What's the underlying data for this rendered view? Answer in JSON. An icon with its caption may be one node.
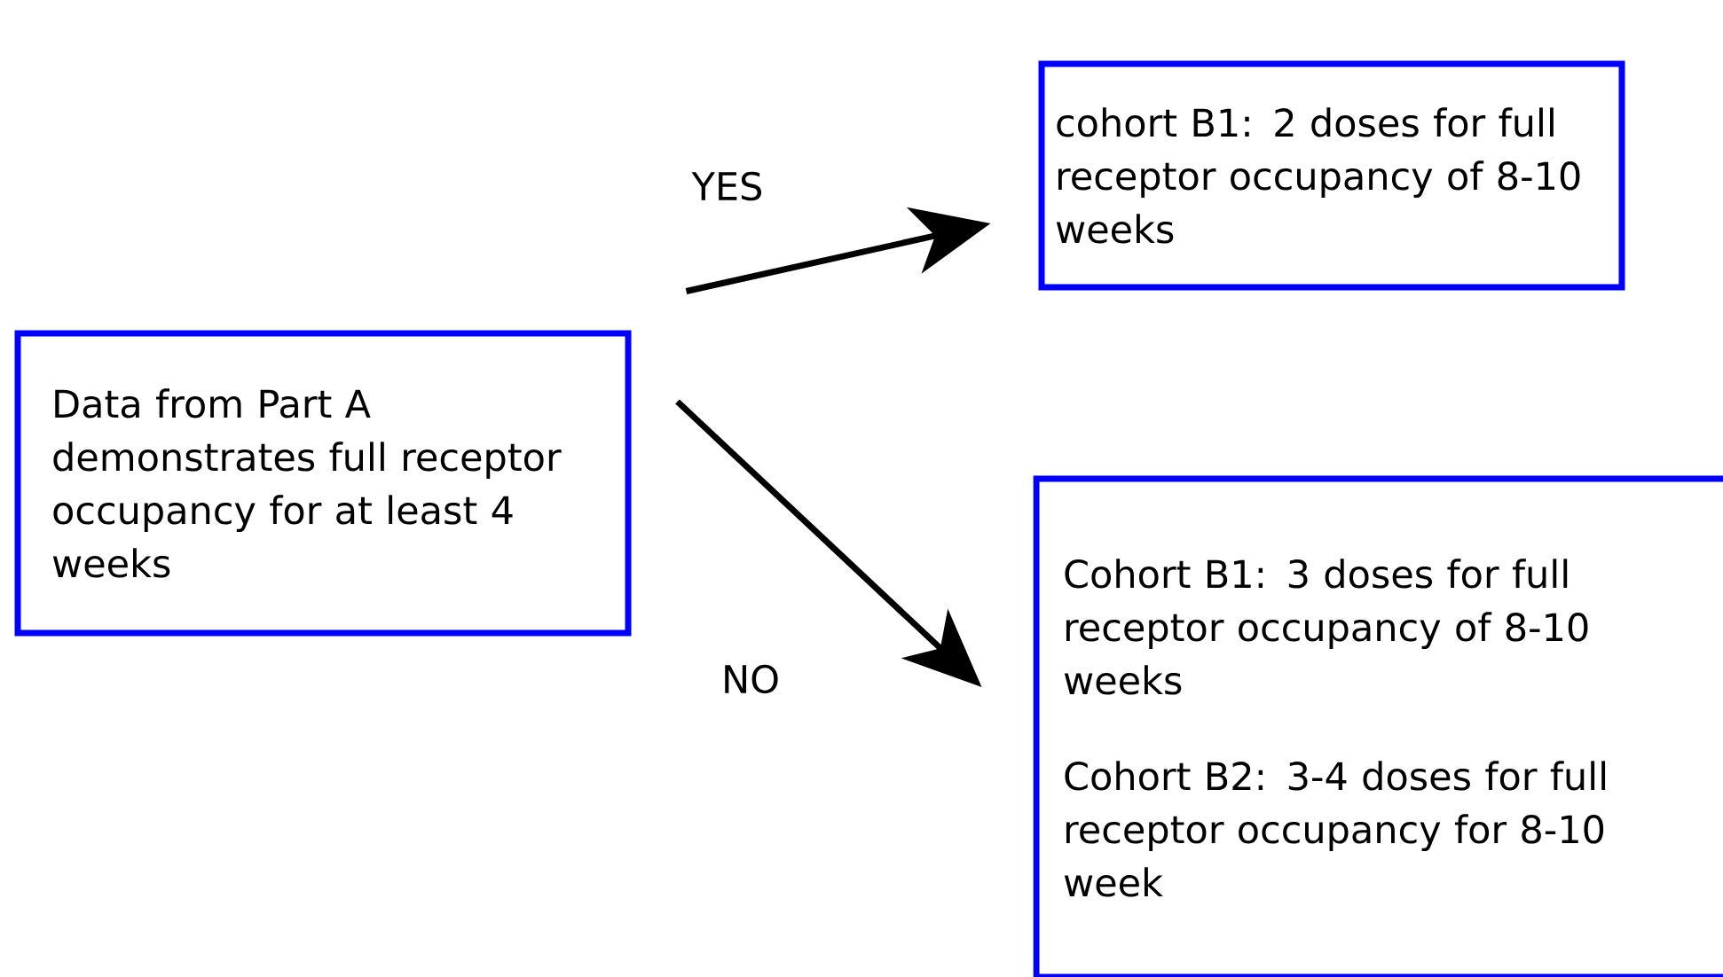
{
  "diagram": {
    "nodes": [
      {
        "text": [
          "Data from Part A demonstrates full receptor occupancy for at least 4 weeks"
        ]
      },
      {
        "text": [
          "cohort B1: 2 doses for full receptor occupancy of 8-10 weeks"
        ]
      },
      {
        "text": [
          "Cohort B1: 3 doses for full receptor occupancy of 8-10 weeks",
          "Cohort B2: 3-4 doses for full receptor occupancy for 8-10 week"
        ]
      }
    ],
    "edges": [
      {
        "from": 0,
        "to": 1,
        "arrow": "to",
        "label": "YES"
      },
      {
        "from": 0,
        "to": 2,
        "arrow": "to",
        "label": "NO"
      }
    ]
  }
}
